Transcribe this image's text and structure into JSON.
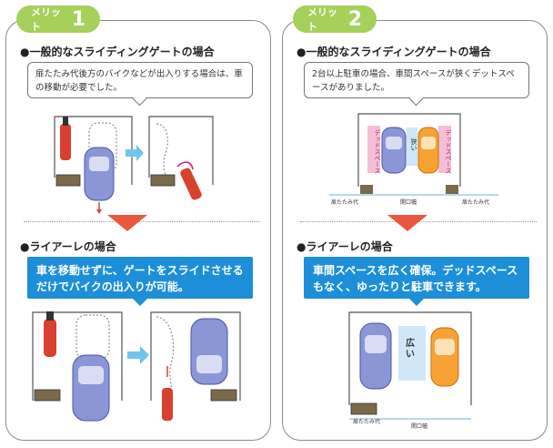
{
  "merit1": {
    "badge_word": "メリット",
    "badge_num": "1",
    "before_heading": "●一般的なスライディングゲートの場合",
    "before_text": "扉たたみ代後方のバイクなどが出入りする場合は、車の移動が必要でした。",
    "after_heading": "●ライアーレの場合",
    "after_text": "車を移動せずに、ゲートをスライドさせるだけでバイクの出入りが可能。"
  },
  "merit2": {
    "badge_word": "メリット",
    "badge_num": "2",
    "before_heading": "●一般的なスライディングゲートの場合",
    "before_text": "2台以上駐車の場合、車間スペースが狭くデットスペースがありました。",
    "after_heading": "●ライアーレの場合",
    "after_text": "車間スペースを広く確保。デッドスペースもなく、ゆったりと駐車できます。",
    "dead_space": "デッドスペース",
    "narrow": "狭い",
    "wide": "広い",
    "fold_width": "扉たたみ代",
    "opening_width": "開口幅"
  },
  "colors": {
    "badge": "#a5d05a",
    "callout": "#1d8fd9",
    "arrow": "#e9573c",
    "car_blue": "#8a96d6",
    "car_orange": "#f7a233",
    "dead_pink": "#f3bfd8",
    "narrow_blue": "#cfe7f8"
  }
}
